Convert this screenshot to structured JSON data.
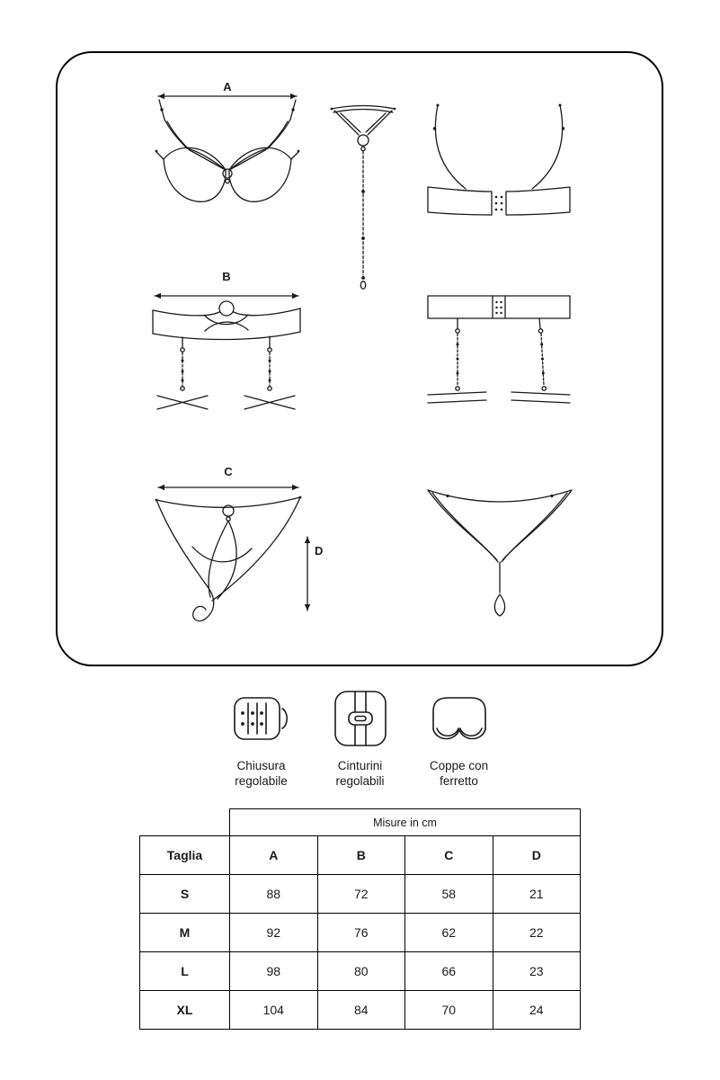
{
  "diagram": {
    "labels": {
      "a": "A",
      "b": "B",
      "c": "C",
      "d": "D"
    },
    "drawings": [
      "bra-front-view",
      "collar-with-chain",
      "bra-back-view",
      "garter-belt-front-view",
      "garter-belt-back-view",
      "panties-front-view",
      "thong-back-view"
    ]
  },
  "features": [
    {
      "icon": "hook-closure-icon",
      "line1": "Chiusura",
      "line2": "regolabile"
    },
    {
      "icon": "strap-slider-icon",
      "line1": "Cinturini",
      "line2": "regolabili"
    },
    {
      "icon": "underwire-cups-icon",
      "line1": "Coppe con",
      "line2": "ferretto"
    }
  ],
  "size_table": {
    "unit_header": "Misure in cm",
    "columns": [
      "Taglia",
      "A",
      "B",
      "C",
      "D"
    ],
    "rows": [
      {
        "size": "S",
        "values": [
          88,
          72,
          58,
          21
        ]
      },
      {
        "size": "M",
        "values": [
          92,
          76,
          62,
          22
        ]
      },
      {
        "size": "L",
        "values": [
          98,
          80,
          66,
          23
        ]
      },
      {
        "size": "XL",
        "values": [
          104,
          84,
          70,
          24
        ]
      }
    ]
  },
  "colors": {
    "line": "#1a1a1a",
    "frame_border": "#000000",
    "background": "#ffffff",
    "table_border": "#000000"
  }
}
